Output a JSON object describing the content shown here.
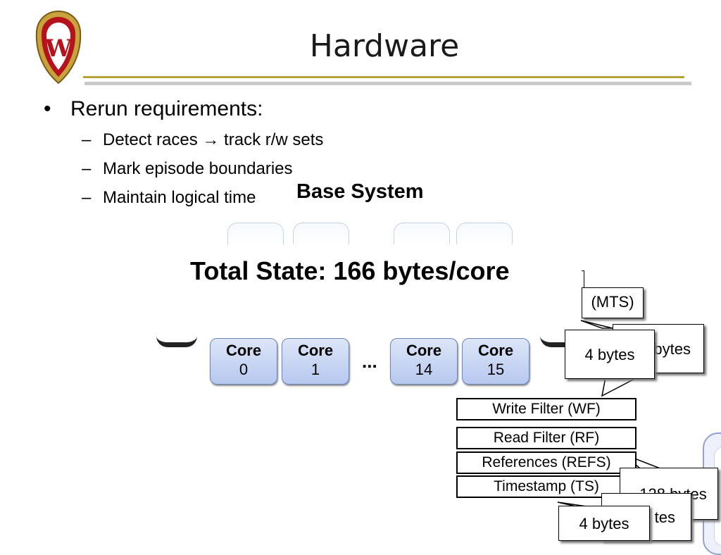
{
  "slide": {
    "title": "Hardware",
    "bullet": "Rerun requirements:",
    "bullet_marker": "•",
    "subitems": [
      {
        "dash": "–",
        "text": "Detect races → track r/w sets"
      },
      {
        "dash": "–",
        "text": "Mark episode boundaries"
      },
      {
        "dash": "–",
        "text": "Maintain logical time"
      }
    ],
    "base_system_title": "Base System",
    "total_state_title": "Total State: 166 bytes/core",
    "cores": [
      {
        "label": "Core",
        "num": "0"
      },
      {
        "label": "Core",
        "num": "1"
      },
      {
        "label": "Core",
        "num": "14"
      },
      {
        "label": "Core",
        "num": "15"
      }
    ],
    "ellipsis": "...",
    "registers": [
      "Write Filter (WF)",
      "Read Filter (RF)",
      "References (REFS)",
      "Timestamp (TS)"
    ],
    "callouts": {
      "mts": "(MTS)",
      "bytes_back": "bytes",
      "four_bytes_top": "4 bytes",
      "bytes_128": "128 bytes",
      "bytes_back2": "tes",
      "four_bytes_bottom": "4 bytes"
    },
    "logo_letter": "W",
    "colors": {
      "accent_rule": "#b8a23a",
      "core_fill": "#c6d4f2",
      "logo_red": "#b5121b",
      "logo_gold": "#c8a23c"
    }
  }
}
